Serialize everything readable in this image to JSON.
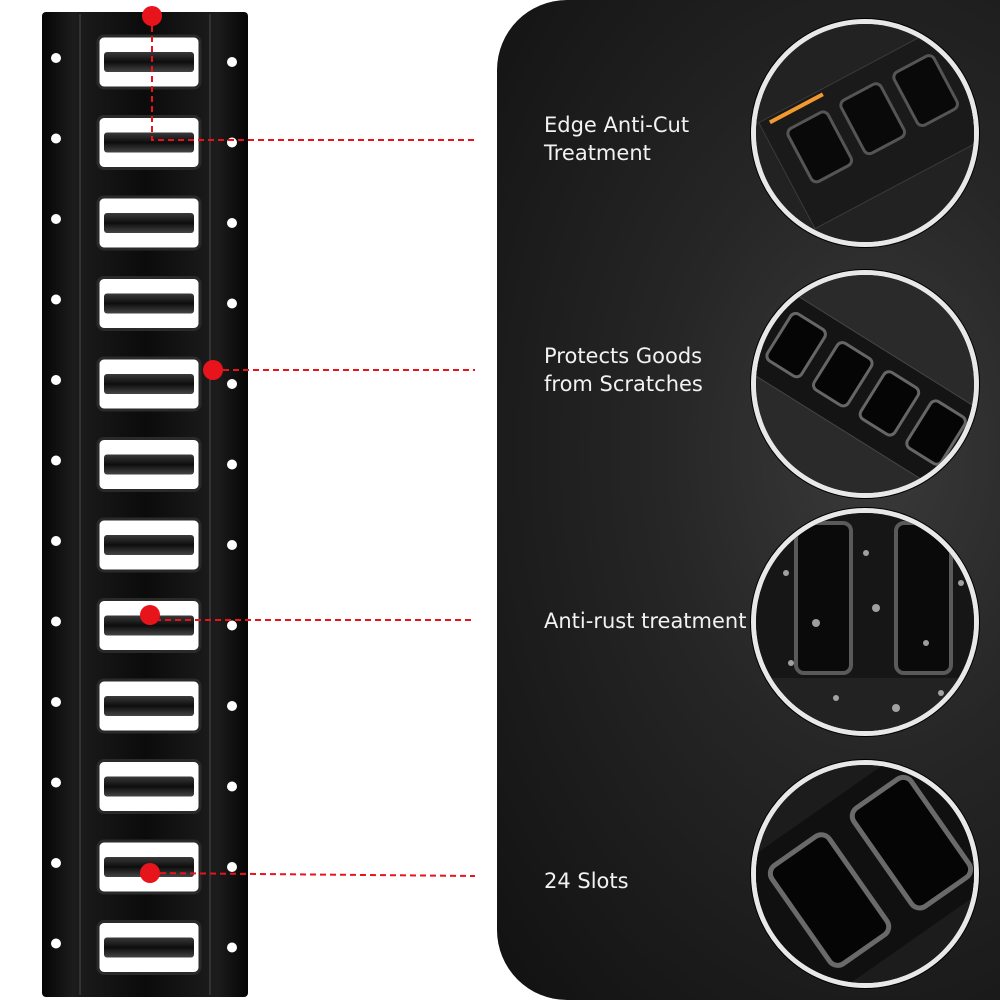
{
  "features": [
    {
      "label": "Edge Anti-Cut\nTreatment",
      "icon": "edge-cut-closeup-icon"
    },
    {
      "label": "Protects Goods\nfrom Scratches",
      "icon": "rail-slots-closeup-icon"
    },
    {
      "label": "Anti-rust treatment",
      "icon": "water-droplets-closeup-icon"
    },
    {
      "label": "24 Slots",
      "icon": "slot-closeup-icon"
    }
  ],
  "colors": {
    "marker": "#e8141c",
    "rail": "#111111",
    "panel": "#1e1e1e",
    "text": "#f2f2f2"
  }
}
